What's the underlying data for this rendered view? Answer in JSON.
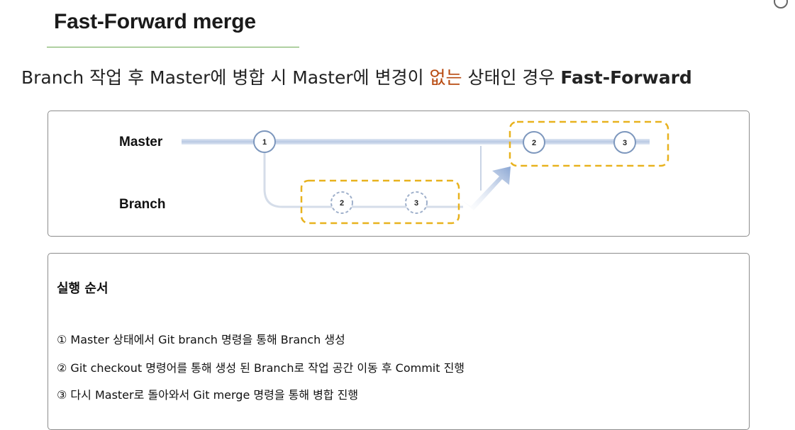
{
  "title": "Fast-Forward merge",
  "subtitle": {
    "part1": "Branch 작업 후 Master에 병합 시 Master에 변경이 ",
    "highlight": "없는",
    "part2": " 상태인 경우 ",
    "bold": "Fast-Forward"
  },
  "diagram": {
    "master_label": "Master",
    "branch_label": "Branch",
    "master_commits": [
      "1",
      "2",
      "3"
    ],
    "branch_commits": [
      "2",
      "3"
    ],
    "colors": {
      "line": "#c5d3e8",
      "node_stroke": "#7d97bd",
      "highlight_box": "#e8b21e",
      "arrow": "#9fb6da"
    }
  },
  "steps": {
    "heading": "실행 순서",
    "items": [
      "① Master 상태에서 Git branch 명령을 통해 Branch 생성",
      "② Git checkout 명령어를 통해 생성 된 Branch로 작업 공간 이동 후 Commit 진행",
      "③ 다시 Master로 돌아와서 Git merge 명령을 통해 병합 진행"
    ]
  }
}
